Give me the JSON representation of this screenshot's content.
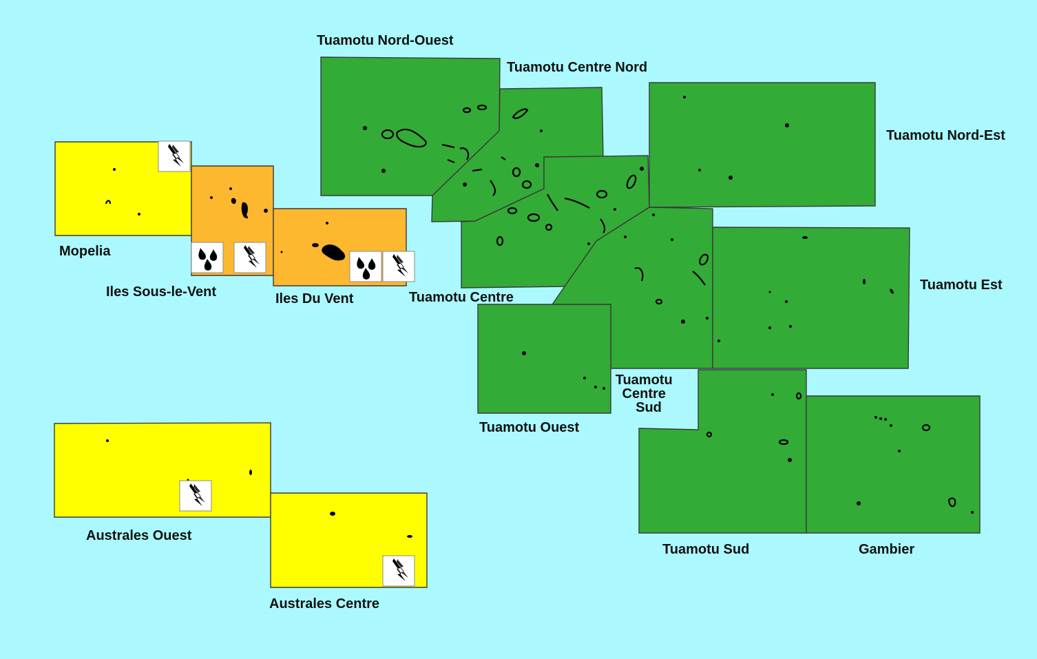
{
  "colors": {
    "sea": "#abf9ff",
    "vigilance_green": "#33ab37",
    "vigilance_yellow": "#ffff00",
    "vigilance_orange": "#fdb82f",
    "border": "#3a3a3a"
  },
  "zones": [
    {
      "id": "tuamotu-nord-ouest",
      "label": "Tuamotu Nord-Ouest",
      "level": "green"
    },
    {
      "id": "tuamotu-centre-nord",
      "label": "Tuamotu Centre Nord",
      "level": "green"
    },
    {
      "id": "tuamotu-nord-est",
      "label": "Tuamotu Nord-Est",
      "level": "green"
    },
    {
      "id": "tuamotu-centre",
      "label": "Tuamotu Centre",
      "level": "green"
    },
    {
      "id": "tuamotu-est",
      "label": "Tuamotu Est",
      "level": "green"
    },
    {
      "id": "tuamotu-ouest",
      "label": "Tuamotu Ouest",
      "level": "green"
    },
    {
      "id": "tuamotu-centre-sud",
      "label": "Tuamotu Centre Sud",
      "label_lines": [
        "Tuamotu",
        "Centre",
        "Sud"
      ],
      "level": "green"
    },
    {
      "id": "tuamotu-sud",
      "label": "Tuamotu Sud",
      "level": "green"
    },
    {
      "id": "gambier",
      "label": "Gambier",
      "level": "green"
    },
    {
      "id": "mopelia",
      "label": "Mopelia",
      "level": "yellow",
      "hazards": [
        "thunderstorm-icon"
      ]
    },
    {
      "id": "iles-sous-le-vent",
      "label": "Iles Sous-le-Vent",
      "level": "orange",
      "hazards": [
        "heavy-rain-icon",
        "thunderstorm-icon"
      ]
    },
    {
      "id": "iles-du-vent",
      "label": "Iles Du Vent",
      "level": "orange",
      "hazards": [
        "heavy-rain-icon",
        "thunderstorm-icon"
      ]
    },
    {
      "id": "australes-ouest",
      "label": "Australes Ouest",
      "level": "yellow",
      "hazards": [
        "thunderstorm-icon"
      ]
    },
    {
      "id": "australes-centre",
      "label": "Australes Centre",
      "level": "yellow",
      "hazards": [
        "thunderstorm-icon"
      ]
    }
  ]
}
